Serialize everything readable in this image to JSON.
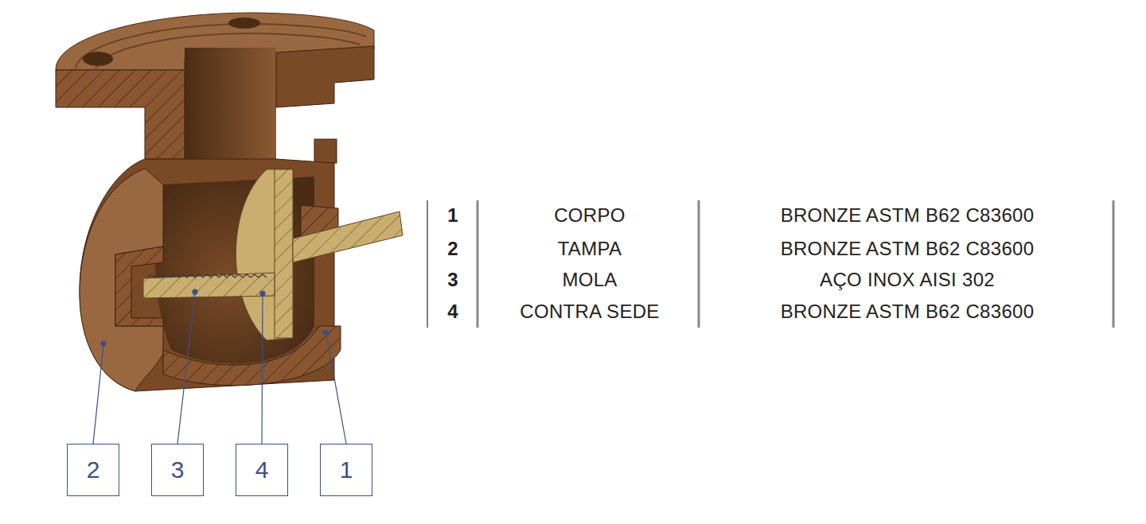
{
  "diagram": {
    "nodes": [
      {
        "text": [
          "2"
        ]
      },
      {
        "text": [
          "3"
        ]
      },
      {
        "text": [
          "4"
        ]
      },
      {
        "text": [
          "1"
        ]
      }
    ],
    "labels": [
      "1",
      "CORPO",
      "BRONZE ASTM B62 C83600",
      "2",
      "TAMPA",
      "BRONZE ASTM B62 C83600",
      "3",
      "MOLA",
      "AÇO INOX AISI 302",
      "4",
      "CONTRA SEDE",
      "BRONZE ASTM B62 C83600"
    ]
  }
}
